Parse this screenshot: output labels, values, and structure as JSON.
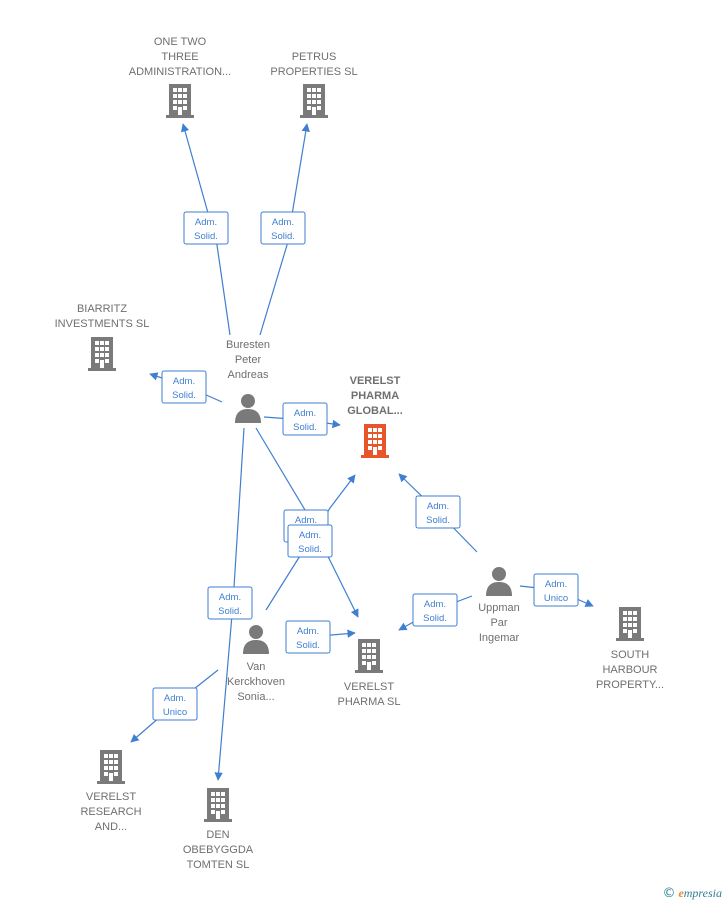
{
  "colors": {
    "edge": "#3f7fd0",
    "building": "#7a7a7a",
    "primary_building": "#e8552b",
    "person": "#7a7a7a"
  },
  "nodes": [
    {
      "id": "one_two",
      "type": "company",
      "lines": [
        "ONE TWO",
        "THREE",
        "ADMINISTRATION..."
      ]
    },
    {
      "id": "petrus",
      "type": "company",
      "lines": [
        "PETRUS",
        "PROPERTIES SL"
      ]
    },
    {
      "id": "biarritz",
      "type": "company",
      "lines": [
        "BIARRITZ",
        "INVESTMENTS SL"
      ]
    },
    {
      "id": "buresten",
      "type": "person",
      "lines": [
        "Buresten",
        "Peter",
        "Andreas"
      ]
    },
    {
      "id": "verelst_global",
      "type": "company_primary",
      "lines": [
        "VERELST",
        "PHARMA",
        "GLOBAL..."
      ]
    },
    {
      "id": "uppman",
      "type": "person",
      "lines": [
        "Uppman",
        "Par",
        "Ingemar"
      ]
    },
    {
      "id": "south_harbour",
      "type": "company",
      "lines": [
        "SOUTH",
        "HARBOUR",
        "PROPERTY..."
      ]
    },
    {
      "id": "van_kerckhoven",
      "type": "person",
      "lines": [
        "Van",
        "Kerckhoven",
        "Sonia..."
      ]
    },
    {
      "id": "verelst_pharma",
      "type": "company",
      "lines": [
        "VERELST",
        "PHARMA  SL"
      ]
    },
    {
      "id": "verelst_research",
      "type": "company",
      "lines": [
        "VERELST",
        "RESEARCH",
        "AND..."
      ]
    },
    {
      "id": "den_obebyggda",
      "type": "company",
      "lines": [
        "DEN",
        "OBEBYGGDA",
        "TOMTEN  SL"
      ]
    }
  ],
  "edges": [
    {
      "id": "e1",
      "lines": [
        "Adm.",
        "Solid."
      ]
    },
    {
      "id": "e2",
      "lines": [
        "Adm.",
        "Solid."
      ]
    },
    {
      "id": "e3",
      "lines": [
        "Adm.",
        "Solid."
      ]
    },
    {
      "id": "e4",
      "lines": [
        "Adm.",
        "Solid."
      ]
    },
    {
      "id": "e5",
      "lines": [
        "Adm.",
        "Solid."
      ]
    },
    {
      "id": "e6",
      "lines": [
        "Adm.",
        "Solid."
      ]
    },
    {
      "id": "e7",
      "lines": [
        "Adm.",
        "Solid."
      ]
    },
    {
      "id": "e8",
      "lines": [
        "Adm.",
        "Solid."
      ]
    },
    {
      "id": "e9",
      "lines": [
        "Adm.",
        "Unico"
      ]
    },
    {
      "id": "e10",
      "lines": [
        "Adm.",
        "Solid."
      ]
    },
    {
      "id": "e11",
      "lines": [
        "Adm.",
        "Solid."
      ]
    },
    {
      "id": "e12",
      "lines": [
        "Adm.",
        "Unico"
      ]
    }
  ],
  "footer": {
    "copyright_symbol": "©",
    "brand_initial": "e",
    "brand_rest": "mpresia"
  }
}
